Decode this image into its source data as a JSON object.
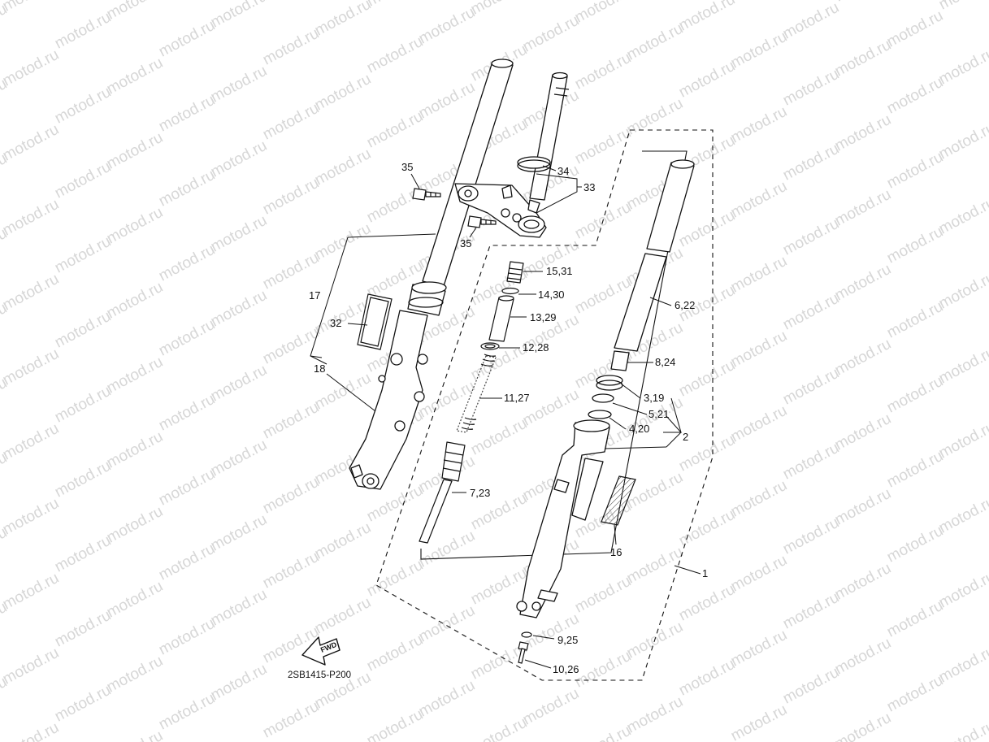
{
  "watermark": {
    "text": "motod.ru"
  },
  "diagram": {
    "code": "2SB1415-P200",
    "fwd_label": "FWD",
    "callouts": {
      "c1": "1",
      "c2": "2",
      "c3_19": "3,19",
      "c4_20": "4,20",
      "c5_21": "5,21",
      "c6_22": "6,22",
      "c7_23": "7,23",
      "c8_24": "8,24",
      "c9_25": "9,25",
      "c10_26": "10,26",
      "c11_27": "11,27",
      "c12_28": "12,28",
      "c13_29": "13,29",
      "c14_30": "14,30",
      "c15_31": "15,31",
      "c16": "16",
      "c17": "17",
      "c18": "18",
      "c32": "32",
      "c33": "33",
      "c34": "34",
      "c35a": "35",
      "c35b": "35"
    }
  }
}
